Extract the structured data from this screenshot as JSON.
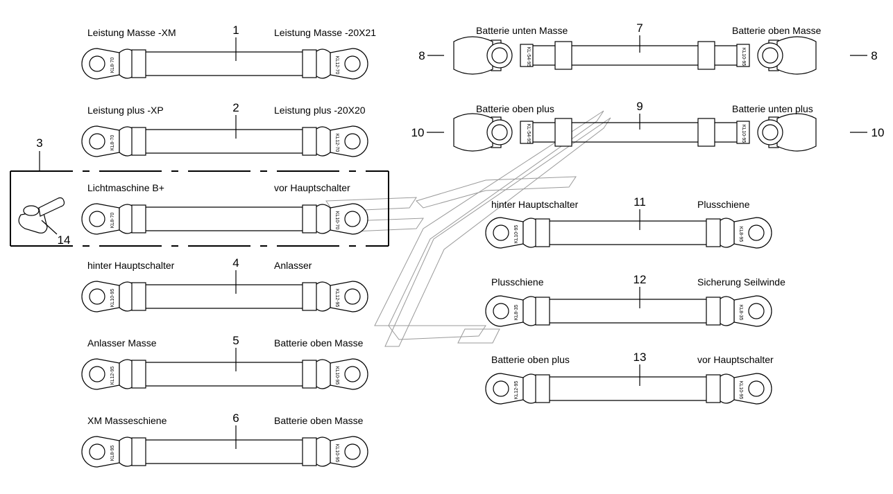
{
  "cables": [
    {
      "number": "1",
      "left_label": "Leistung Masse -XM",
      "right_label": "Leistung Masse -20X21",
      "left_tag": "KL8-70",
      "right_tag": "KL12-70"
    },
    {
      "number": "2",
      "left_label": "Leistung plus -XP",
      "right_label": "Leistung plus -20X20",
      "left_tag": "KL8-70",
      "right_tag": "KL12-70"
    },
    {
      "number": "",
      "left_label": "Lichtmaschine B+",
      "right_label": "vor Hauptschalter",
      "left_tag": "KL8-70",
      "right_tag": "KL10-70"
    },
    {
      "number": "4",
      "left_label": "hinter Hauptschalter",
      "right_label": "Anlasser",
      "left_tag": "KL10-95",
      "right_tag": "KL12-95"
    },
    {
      "number": "5",
      "left_label": "Anlasser Masse",
      "right_label": "Batterie oben Masse",
      "left_tag": "KL12-95",
      "right_tag": "KL10-95"
    },
    {
      "number": "6",
      "left_label": "XM Masseschiene",
      "right_label": "Batterie oben Masse",
      "left_tag": "KL8-95",
      "right_tag": "KL10-95"
    },
    {
      "number": "7",
      "left_label": "Batterie unten Masse",
      "right_label": "Batterie oben Masse",
      "left_tag": "KL-54-95",
      "right_tag": "KL10-95"
    },
    {
      "number": "9",
      "left_label": "Batterie oben plus",
      "right_label": "Batterie unten plus",
      "left_tag": "KL-54-95",
      "right_tag": "KL10-95"
    },
    {
      "number": "11",
      "left_label": "hinter Hauptschalter",
      "right_label": "Plusschiene",
      "left_tag": "KL10-95",
      "right_tag": "KL8-95"
    },
    {
      "number": "12",
      "left_label": "Plusschiene",
      "right_label": "Sicherung Seilwinde",
      "left_tag": "KL8-35",
      "right_tag": "KL8-35"
    },
    {
      "number": "13",
      "left_label": "Batterie oben plus",
      "right_label": "vor Hauptschalter",
      "left_tag": "KL12-95",
      "right_tag": "KL10-95"
    }
  ],
  "callouts": {
    "item_3": "3",
    "item_14": "14",
    "item_8_left": "8",
    "item_8_right": "8",
    "item_10_left": "10",
    "item_10_right": "10"
  }
}
